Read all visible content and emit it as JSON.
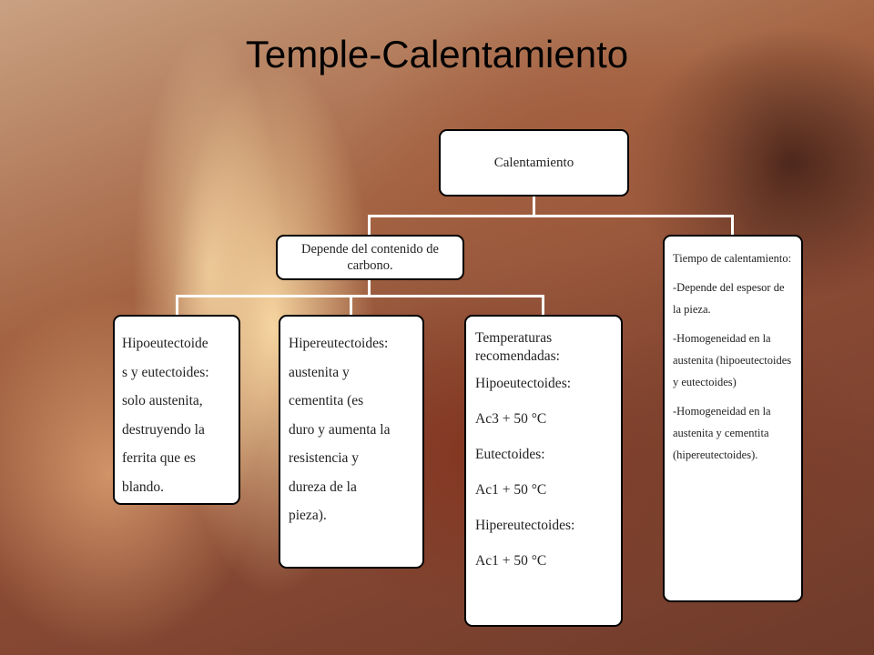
{
  "slide": {
    "title": "Temple-Calentamiento",
    "nodes": {
      "root": "Calentamiento",
      "carbon": "Depende del contenido de carbono.",
      "hipo": "Hipoeutectoide\ns y eutectoides:\nsolo austenita,\ndestruyendo la\nferrita que es\nblando.",
      "hiper": "Hipereutectoides:\naustenita y\ncementita (es\nduro y aumenta la\nresistencia y\ndureza de la\npieza).",
      "temps": [
        "Temperaturas recomendadas:",
        "Hipoeutectoides:",
        "Ac3 + 50 °C",
        "Eutectoides:",
        "Ac1 + 50 °C",
        "Hipereutectoides:",
        "Ac1 + 50 °C"
      ],
      "tiempo": [
        "Tiempo de calentamiento:",
        "-Depende del espesor de la pieza.",
        "-Homogeneidad en la austenita (hipoeutectoides y eutectoides)",
        "-Homogeneidad en la austenita y cementita (hipereutectoides)."
      ]
    }
  }
}
